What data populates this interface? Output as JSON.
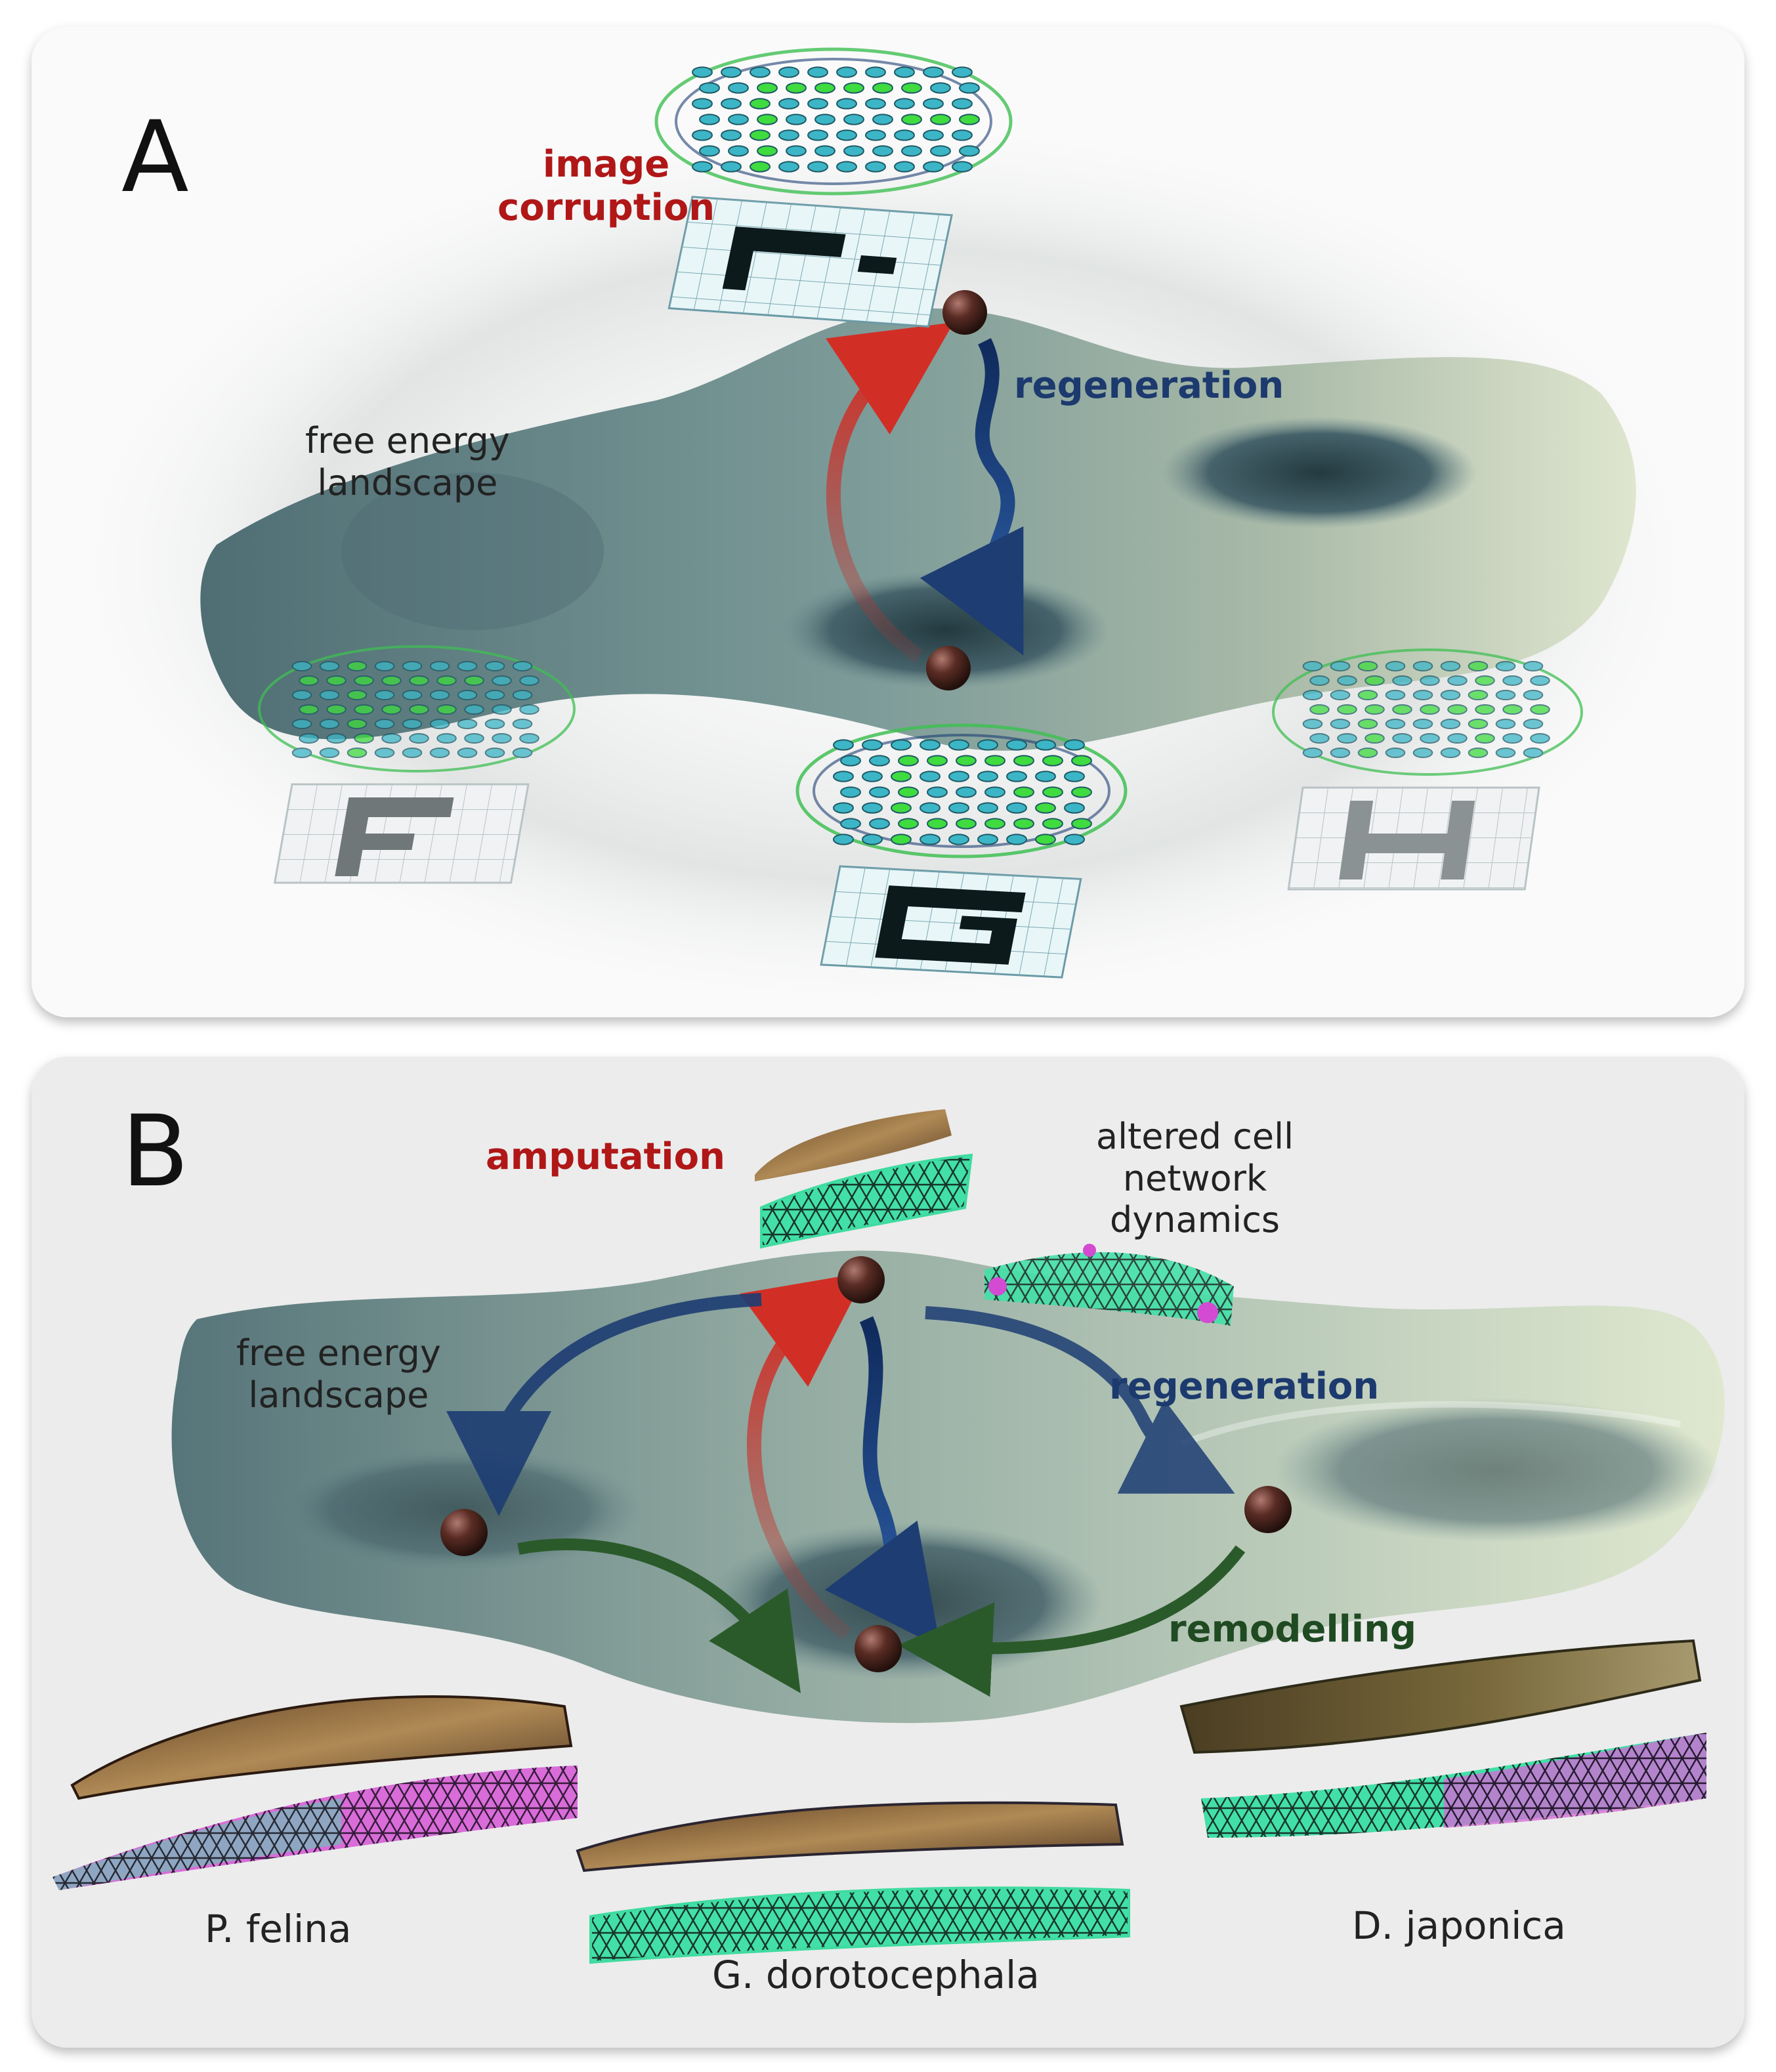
{
  "panel_a": {
    "letter": "A",
    "landscape_label": "free energy\nlandscape",
    "perturbation_label": "image\ncorruption",
    "recovery_label": "regeneration",
    "letters": [
      "F",
      "G",
      "H"
    ]
  },
  "panel_b": {
    "letter": "B",
    "landscape_label": "free energy\nlandscape",
    "perturbation_label": "amputation",
    "altered_label": "altered cell\nnetwork\ndynamics",
    "recovery_label": "regeneration",
    "remodel_label": "remodelling",
    "species": [
      {
        "name": "P. felina"
      },
      {
        "name": "G. dorotocephala"
      },
      {
        "name": "D. japonica"
      }
    ]
  },
  "colors": {
    "panel_bg_a": "#fafafa",
    "panel_bg_b": "#ececec",
    "landscape": "#6f8c8e",
    "landscape_light": "#e4ebd6",
    "ball": "#4a2620",
    "arrow_red": "#c0302b",
    "arrow_blue": "#1d3d73",
    "arrow_green": "#2a5a2a",
    "neuron": "#3cb6c6",
    "neuron_active": "#3fdb3f",
    "mesh_green": "#3fdba0",
    "mesh_magenta": "#d24bd2",
    "worm_brown": "#7a5a3a"
  }
}
